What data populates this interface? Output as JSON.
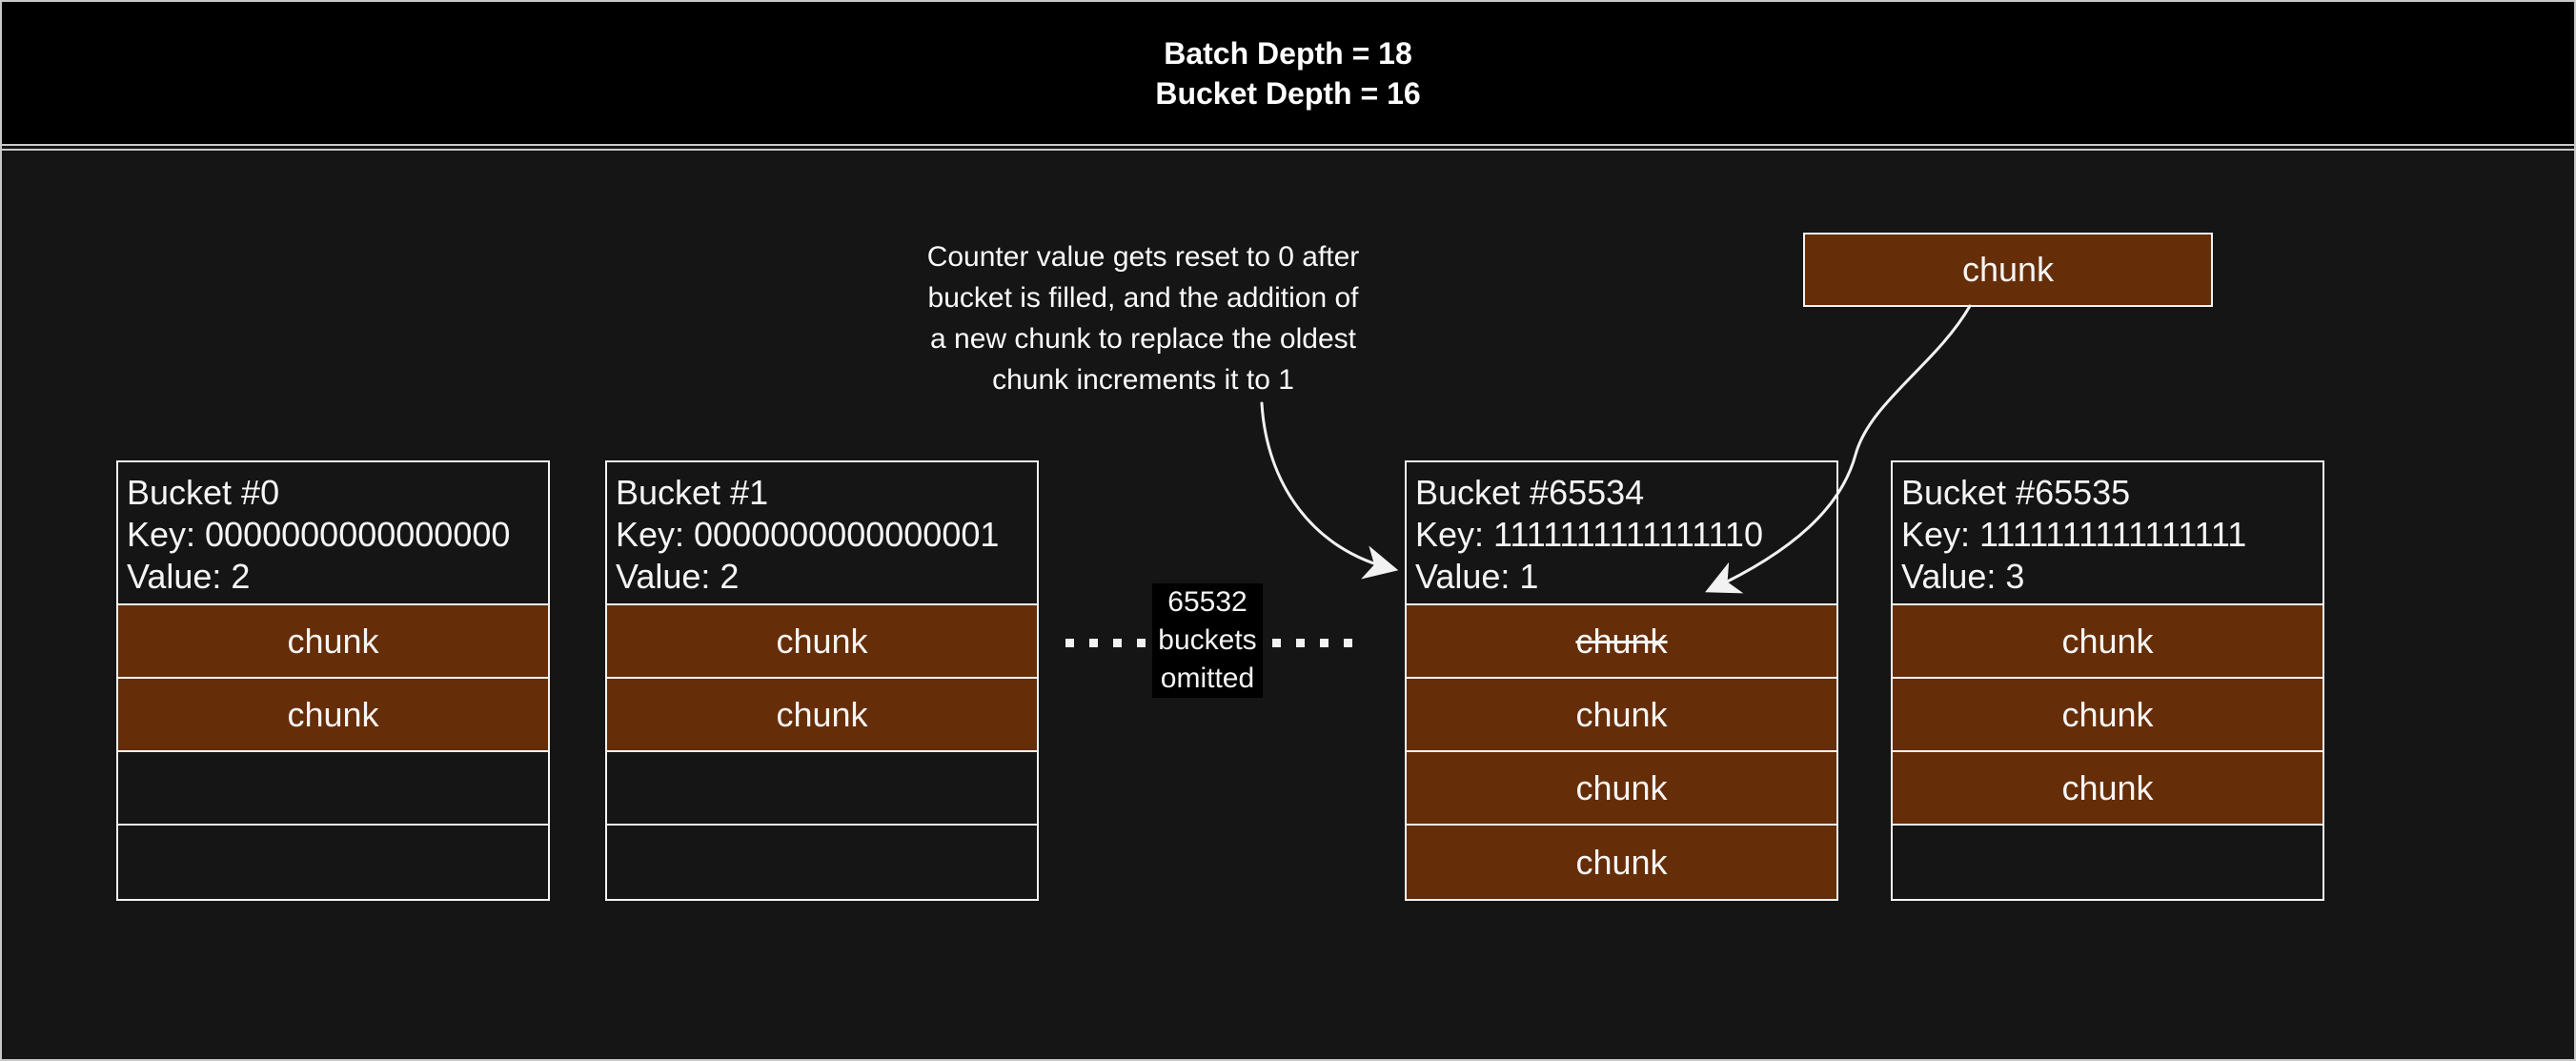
{
  "header": {
    "line1": "Batch Depth = 18",
    "line2": "Bucket Depth = 16"
  },
  "annotation": {
    "text": "Counter value gets reset to 0 after\nbucket is filled, and the addition of\na new chunk to replace the oldest\nchunk increments it to 1"
  },
  "floating_chunk": {
    "label": "chunk"
  },
  "omitted": {
    "text": "65532\nbuckets\nomitted"
  },
  "buckets": [
    {
      "title": "Bucket #0",
      "key": "Key: 0000000000000000",
      "value": "Value: 2",
      "slots": [
        {
          "label": "chunk",
          "filled": true,
          "struck": false
        },
        {
          "label": "chunk",
          "filled": true,
          "struck": false
        },
        {
          "label": "",
          "filled": false,
          "struck": false
        },
        {
          "label": "",
          "filled": false,
          "struck": false
        }
      ]
    },
    {
      "title": "Bucket #1",
      "key": "Key: 0000000000000001",
      "value": "Value: 2",
      "slots": [
        {
          "label": "chunk",
          "filled": true,
          "struck": false
        },
        {
          "label": "chunk",
          "filled": true,
          "struck": false
        },
        {
          "label": "",
          "filled": false,
          "struck": false
        },
        {
          "label": "",
          "filled": false,
          "struck": false
        }
      ]
    },
    {
      "title": "Bucket #65534",
      "key": "Key: 1111111111111110",
      "value": "Value: 1",
      "slots": [
        {
          "label": "chunk",
          "filled": true,
          "struck": true
        },
        {
          "label": "chunk",
          "filled": true,
          "struck": false
        },
        {
          "label": "chunk",
          "filled": true,
          "struck": false
        },
        {
          "label": "chunk",
          "filled": true,
          "struck": false
        }
      ]
    },
    {
      "title": "Bucket #65535",
      "key": "Key: 1111111111111111",
      "value": "Value: 3",
      "slots": [
        {
          "label": "chunk",
          "filled": true,
          "struck": false
        },
        {
          "label": "chunk",
          "filled": true,
          "struck": false
        },
        {
          "label": "chunk",
          "filled": true,
          "struck": false
        },
        {
          "label": "",
          "filled": false,
          "struck": false
        }
      ]
    }
  ],
  "colors": {
    "chunk_fill": "#662e08",
    "canvas_background": "#151515",
    "band_background": "#000000",
    "shape_border": "#f2f2f2",
    "outer_border": "#c9c9c9",
    "text": "#fafafa"
  }
}
